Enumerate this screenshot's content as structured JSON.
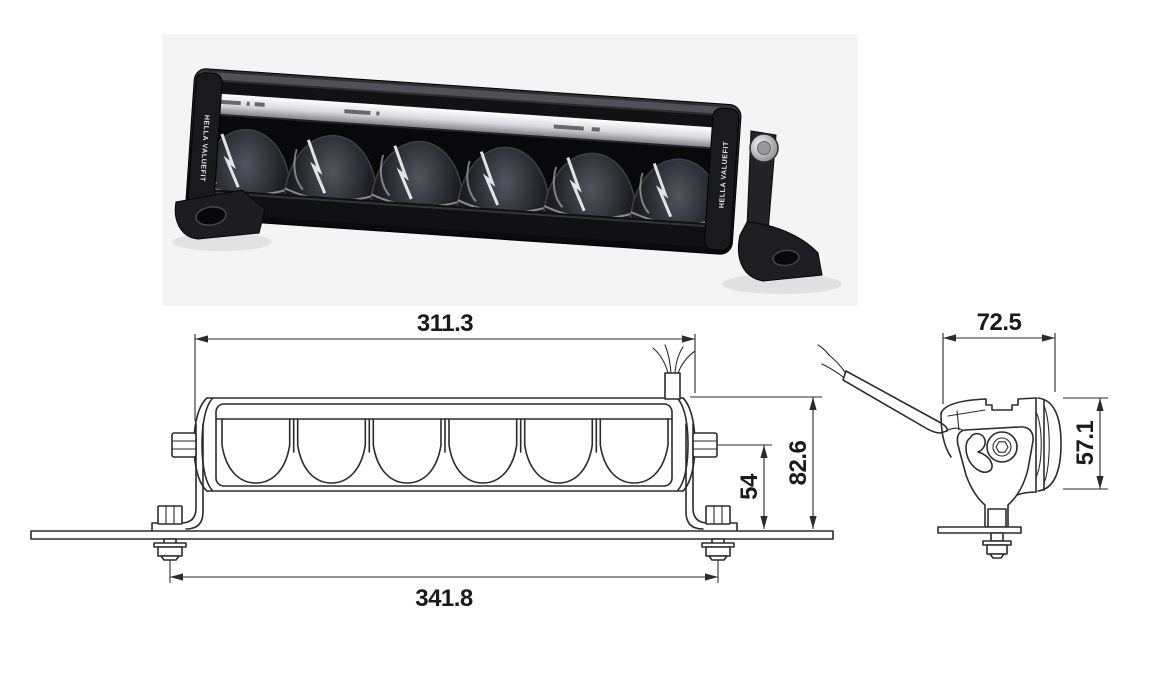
{
  "page": {
    "background_color": "#ffffff"
  },
  "product_photo": {
    "background_color": "#f4f4f4",
    "brand_label_left": "HELLA VALUEFIT",
    "brand_label_right": "HELLA VALUEFIT",
    "led_lens_count": 6
  },
  "front_view": {
    "dim_body_width": "311.3",
    "dim_mounting_width": "341.8",
    "dim_bracket_height": "54",
    "dim_overall_height": "82.6"
  },
  "side_view": {
    "dim_depth": "72.5",
    "dim_lens_height": "57.1"
  },
  "drawing_style": {
    "line_color": "#2b2b2b",
    "dimension_text_color": "#1a1a1a"
  }
}
